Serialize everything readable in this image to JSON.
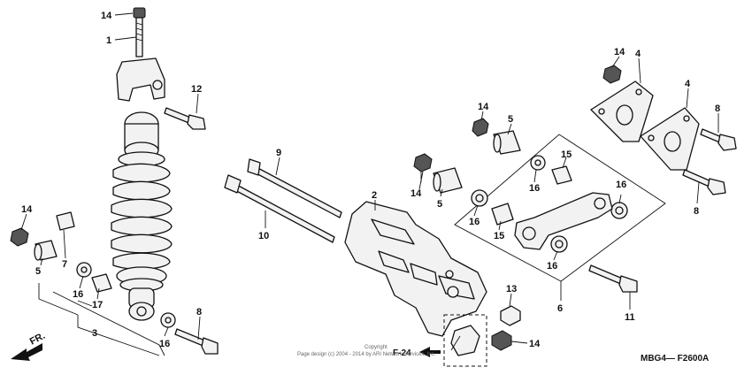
{
  "labels": {
    "l1": "1",
    "l2": "2",
    "l3": "3",
    "l4a": "4",
    "l4b": "4",
    "l5a": "5",
    "l5b": "5",
    "l5c": "5",
    "l6": "6",
    "l7": "7",
    "l8a": "8",
    "l8b": "8",
    "l8c": "8",
    "l9": "9",
    "l10": "10",
    "l11": "11",
    "l12": "12",
    "l13": "13",
    "l14a": "14",
    "l14b": "14",
    "l14c": "14",
    "l14d": "14",
    "l14e": "14",
    "l14f": "14",
    "l15a": "15",
    "l15b": "15",
    "l16a": "16",
    "l16b": "16",
    "l16c": "16",
    "l16d": "16",
    "l16e": "16",
    "l16f": "16",
    "l17": "17"
  },
  "reference": {
    "text": "F-24"
  },
  "front_indicator": {
    "text": "FR."
  },
  "diagram_code": {
    "text": "MBG4— F2600A"
  },
  "copyright": {
    "line1": "Copyright",
    "line2": "Page design (c) 2004 - 2014 by ARI Network Services, Inc."
  }
}
